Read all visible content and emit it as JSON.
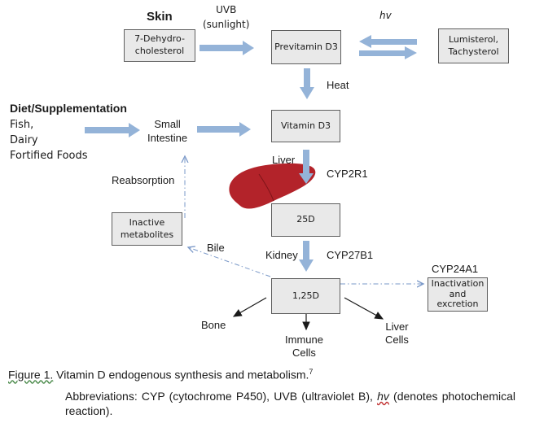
{
  "labels": {
    "skin": "Skin",
    "uvb_line1": "UVB",
    "uvb_line2": "(sunlight)",
    "hv": "hv",
    "heat": "Heat",
    "diet_title": "Diet/Supplementation",
    "diet_fish": "Fish,",
    "diet_dairy": "Dairy",
    "diet_fortified": "Fortified Foods",
    "small_intestine_line1": "Small",
    "small_intestine_line2": "Intestine",
    "liver": "Liver",
    "cyp2r1": "CYP2R1",
    "reabsorption": "Reabsorption",
    "bile": "Bile",
    "kidney": "Kidney",
    "cyp27b1": "CYP27B1",
    "cyp24a1": "CYP24A1",
    "bone": "Bone",
    "immune_line1": "Immune",
    "immune_line2": "Cells",
    "liver_cells_line1": "Liver",
    "liver_cells_line2": "Cells"
  },
  "boxes": {
    "dehydro_line1": "7-Dehydro-",
    "dehydro_line2": "cholesterol",
    "previtamin": "Previtamin D3",
    "lumisterol_line1": "Lumisterol,",
    "lumisterol_line2": "Tachysterol",
    "vitamin_d3": "Vitamin D3",
    "d25": "25D",
    "inactive_line1": "Inactive",
    "inactive_line2": "metabolites",
    "d125": "1,25D",
    "inactivation_line1": "Inactivation",
    "inactivation_line2": "and",
    "inactivation_line3": "excretion"
  },
  "caption": {
    "figure_label": "Figure 1.",
    "text": " Vitamin D endogenous synthesis and metabolism.",
    "superscript": "7"
  },
  "abbreviations": {
    "before": "Abbreviations: CYP (cytochrome P450), UVB (ultraviolet B), ",
    "hv": "hv",
    "after": " (denotes photochemical reaction)."
  },
  "colors": {
    "block_arrow": "#94b3d8",
    "dashed_arrow": "#7a98c8",
    "liver_organ": "#b3232a",
    "box_fill": "#e9e9e9"
  }
}
